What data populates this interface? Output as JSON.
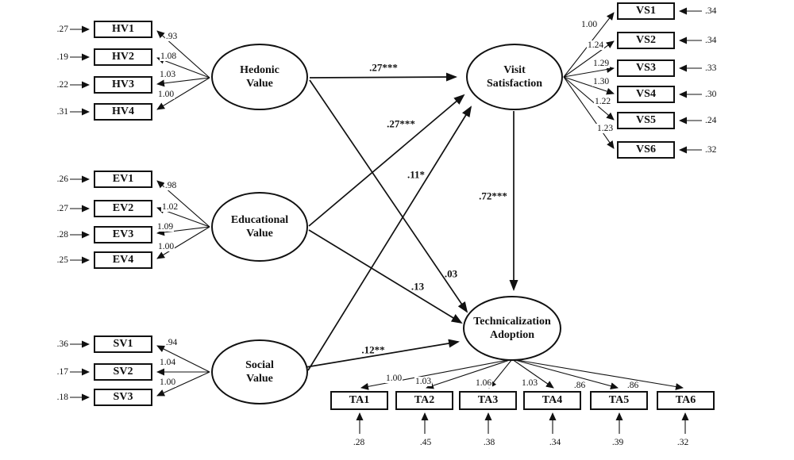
{
  "hedonic": {
    "latent": {
      "line1": "Hedonic",
      "line2": "Value"
    },
    "items": [
      {
        "name": "HV1",
        "error": ".27",
        "loading": ".93"
      },
      {
        "name": "HV2",
        "error": ".19",
        "loading": "1.08"
      },
      {
        "name": "HV3",
        "error": ".22",
        "loading": "1.03"
      },
      {
        "name": "HV4",
        "error": ".31",
        "loading": "1.00"
      }
    ]
  },
  "educational": {
    "latent": {
      "line1": "Educational",
      "line2": "Value"
    },
    "items": [
      {
        "name": "EV1",
        "error": ".26",
        "loading": ".98"
      },
      {
        "name": "EV2",
        "error": ".27",
        "loading": "1.02"
      },
      {
        "name": "EV3",
        "error": ".28",
        "loading": "1.09"
      },
      {
        "name": "EV4",
        "error": ".25",
        "loading": "1.00"
      }
    ]
  },
  "social": {
    "latent": {
      "line1": "Social",
      "line2": "Value"
    },
    "items": [
      {
        "name": "SV1",
        "error": ".36",
        "loading": ".94"
      },
      {
        "name": "SV2",
        "error": ".17",
        "loading": "1.04"
      },
      {
        "name": "SV3",
        "error": ".18",
        "loading": "1.00"
      }
    ]
  },
  "visit": {
    "latent": {
      "line1": "Visit",
      "line2": "Satisfaction"
    },
    "items": [
      {
        "name": "VS1",
        "error": ".34",
        "loading": "1.00"
      },
      {
        "name": "VS2",
        "error": ".34",
        "loading": "1.24"
      },
      {
        "name": "VS3",
        "error": ".33",
        "loading": "1.29"
      },
      {
        "name": "VS4",
        "error": ".30",
        "loading": "1.30"
      },
      {
        "name": "VS5",
        "error": ".24",
        "loading": "1.22"
      },
      {
        "name": "VS6",
        "error": ".32",
        "loading": "1.23"
      }
    ]
  },
  "tech": {
    "latent": {
      "line1": "Technicalization",
      "line2": "Adoption"
    },
    "items": [
      {
        "name": "TA1",
        "error": ".28",
        "loading": "1.00"
      },
      {
        "name": "TA2",
        "error": ".45",
        "loading": "1.03"
      },
      {
        "name": "TA3",
        "error": ".38",
        "loading": "1.06"
      },
      {
        "name": "TA4",
        "error": ".34",
        "loading": "1.03"
      },
      {
        "name": "TA5",
        "error": ".39",
        "loading": ".86"
      },
      {
        "name": "TA6",
        "error": ".32",
        "loading": ".86"
      }
    ]
  },
  "paths": {
    "hv_vs": ".27***",
    "ev_vs": ".27***",
    "sv_vs": ".11*",
    "vs_ta": ".72***",
    "hv_ta": ".03",
    "ev_ta": ".13",
    "sv_ta": ".12**"
  },
  "colors": {
    "line": "#111111",
    "background": "#ffffff"
  }
}
